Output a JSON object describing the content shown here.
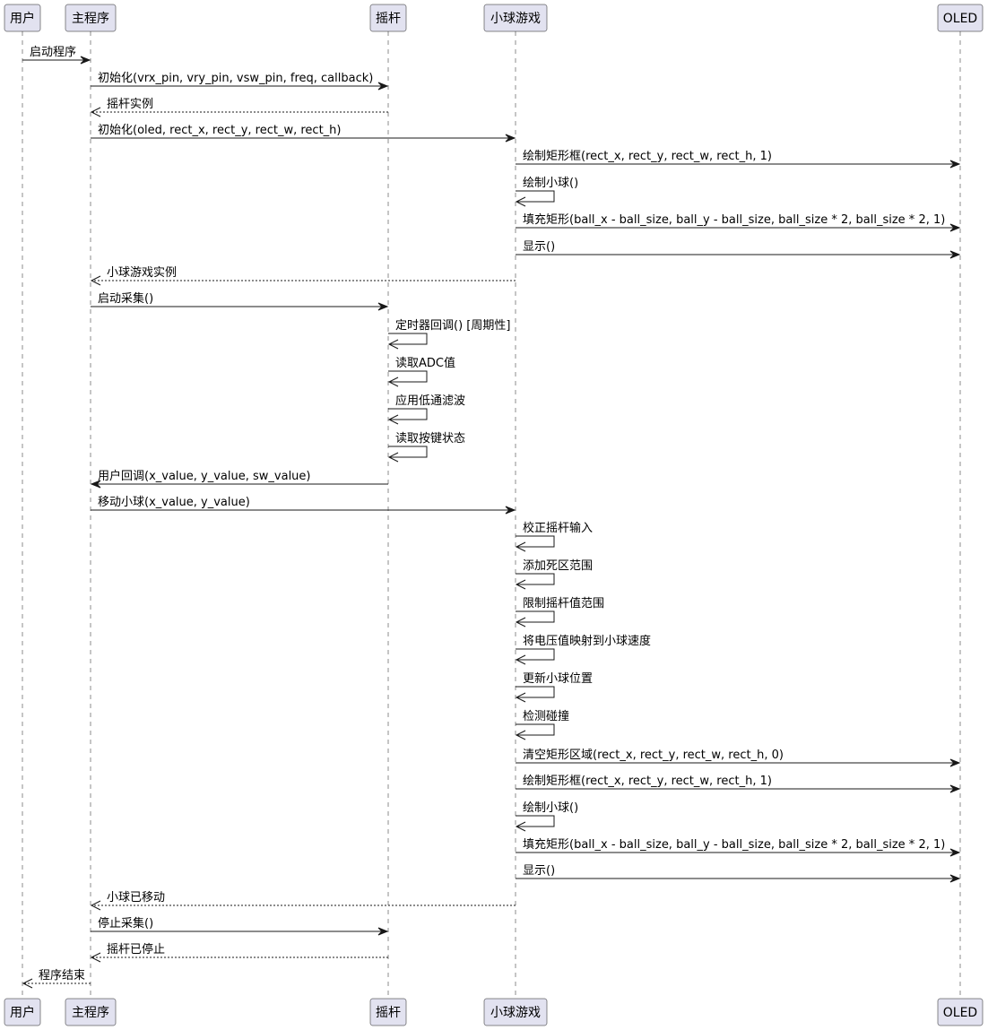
{
  "participants": [
    {
      "id": "user",
      "label": "用户"
    },
    {
      "id": "main",
      "label": "主程序"
    },
    {
      "id": "joystick",
      "label": "摇杆"
    },
    {
      "id": "game",
      "label": "小球游戏"
    },
    {
      "id": "oled",
      "label": "OLED"
    }
  ],
  "messages": [
    {
      "from": "user",
      "to": "main",
      "type": "sync",
      "label": "启动程序"
    },
    {
      "from": "main",
      "to": "joystick",
      "type": "sync",
      "label": "初始化(vrx_pin, vry_pin, vsw_pin, freq, callback)"
    },
    {
      "from": "joystick",
      "to": "main",
      "type": "reply",
      "label": "摇杆实例"
    },
    {
      "from": "main",
      "to": "game",
      "type": "sync",
      "label": "初始化(oled, rect_x, rect_y, rect_w, rect_h)"
    },
    {
      "from": "game",
      "to": "oled",
      "type": "sync",
      "label": "绘制矩形框(rect_x, rect_y, rect_w, rect_h, 1)"
    },
    {
      "from": "game",
      "to": "game",
      "type": "self",
      "label": "绘制小球()"
    },
    {
      "from": "game",
      "to": "oled",
      "type": "sync",
      "label": "填充矩形(ball_x - ball_size, ball_y - ball_size, ball_size * 2, ball_size * 2, 1)"
    },
    {
      "from": "game",
      "to": "oled",
      "type": "sync",
      "label": "显示()"
    },
    {
      "from": "game",
      "to": "main",
      "type": "reply",
      "label": "小球游戏实例"
    },
    {
      "from": "main",
      "to": "joystick",
      "type": "sync",
      "label": "启动采集()"
    },
    {
      "from": "joystick",
      "to": "joystick",
      "type": "self",
      "label": "定时器回调() [周期性]"
    },
    {
      "from": "joystick",
      "to": "joystick",
      "type": "self",
      "label": "读取ADC值"
    },
    {
      "from": "joystick",
      "to": "joystick",
      "type": "self",
      "label": "应用低通滤波"
    },
    {
      "from": "joystick",
      "to": "joystick",
      "type": "self",
      "label": "读取按键状态"
    },
    {
      "from": "joystick",
      "to": "main",
      "type": "sync",
      "label": "用户回调(x_value, y_value, sw_value)"
    },
    {
      "from": "main",
      "to": "game",
      "type": "sync",
      "label": "移动小球(x_value, y_value)"
    },
    {
      "from": "game",
      "to": "game",
      "type": "self",
      "label": "校正摇杆输入"
    },
    {
      "from": "game",
      "to": "game",
      "type": "self",
      "label": "添加死区范围"
    },
    {
      "from": "game",
      "to": "game",
      "type": "self",
      "label": "限制摇杆值范围"
    },
    {
      "from": "game",
      "to": "game",
      "type": "self",
      "label": "将电压值映射到小球速度"
    },
    {
      "from": "game",
      "to": "game",
      "type": "self",
      "label": "更新小球位置"
    },
    {
      "from": "game",
      "to": "game",
      "type": "self",
      "label": "检测碰撞"
    },
    {
      "from": "game",
      "to": "oled",
      "type": "sync",
      "label": "清空矩形区域(rect_x, rect_y, rect_w, rect_h, 0)"
    },
    {
      "from": "game",
      "to": "oled",
      "type": "sync",
      "label": "绘制矩形框(rect_x, rect_y, rect_w, rect_h, 1)"
    },
    {
      "from": "game",
      "to": "game",
      "type": "self",
      "label": "绘制小球()"
    },
    {
      "from": "game",
      "to": "oled",
      "type": "sync",
      "label": "填充矩形(ball_x - ball_size, ball_y - ball_size, ball_size * 2, ball_size * 2, 1)"
    },
    {
      "from": "game",
      "to": "oled",
      "type": "sync",
      "label": "显示()"
    },
    {
      "from": "game",
      "to": "main",
      "type": "reply",
      "label": "小球已移动"
    },
    {
      "from": "main",
      "to": "joystick",
      "type": "sync",
      "label": "停止采集()"
    },
    {
      "from": "joystick",
      "to": "main",
      "type": "reply",
      "label": "摇杆已停止"
    },
    {
      "from": "main",
      "to": "user",
      "type": "reply",
      "label": "程序结束"
    }
  ]
}
